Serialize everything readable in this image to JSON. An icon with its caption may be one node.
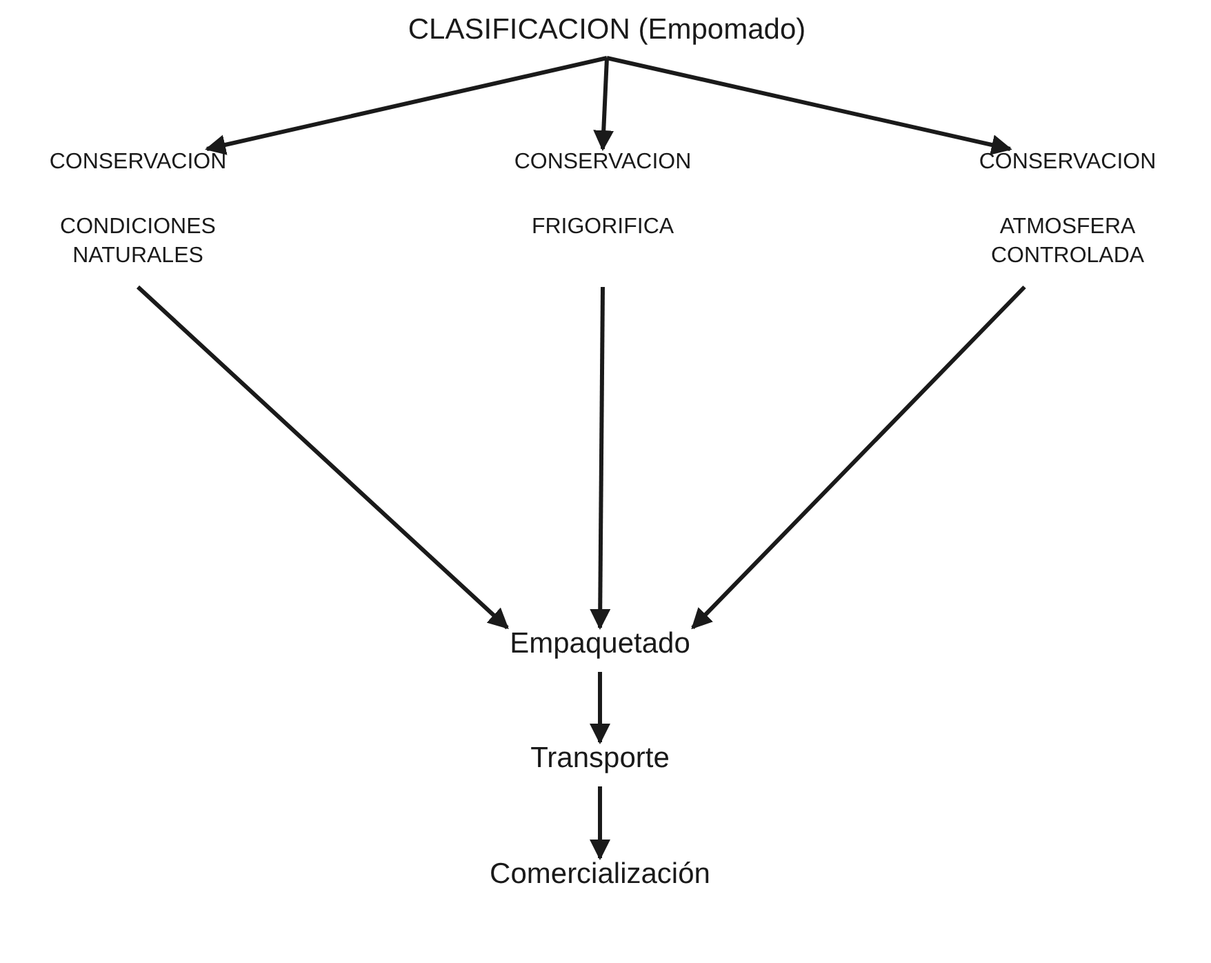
{
  "diagram": {
    "nodes": [
      {
        "text": [
          "CLASIFICACION (Empomado)"
        ]
      },
      {
        "text": [
          "CONSERVACION",
          "CONDICIONES NATURALES"
        ]
      },
      {
        "text": [
          "CONSERVACION",
          "FRIGORIFICA"
        ]
      },
      {
        "text": [
          "CONSERVACION",
          "ATMOSFERA CONTROLADA"
        ]
      },
      {
        "text": [
          "Empaquetado"
        ]
      },
      {
        "text": [
          "Transporte"
        ]
      },
      {
        "text": [
          "Comercialización"
        ]
      }
    ],
    "edges": [
      {
        "from": 0,
        "to": 1,
        "arrow": "to"
      },
      {
        "from": 0,
        "to": 2,
        "arrow": "to"
      },
      {
        "from": 0,
        "to": 3,
        "arrow": "to"
      },
      {
        "from": 1,
        "to": 4,
        "arrow": "to"
      },
      {
        "from": 2,
        "to": 4,
        "arrow": "to"
      },
      {
        "from": 3,
        "to": 4,
        "arrow": "to"
      },
      {
        "from": 4,
        "to": 5,
        "arrow": "to"
      },
      {
        "from": 5,
        "to": 6,
        "arrow": "to"
      }
    ]
  }
}
